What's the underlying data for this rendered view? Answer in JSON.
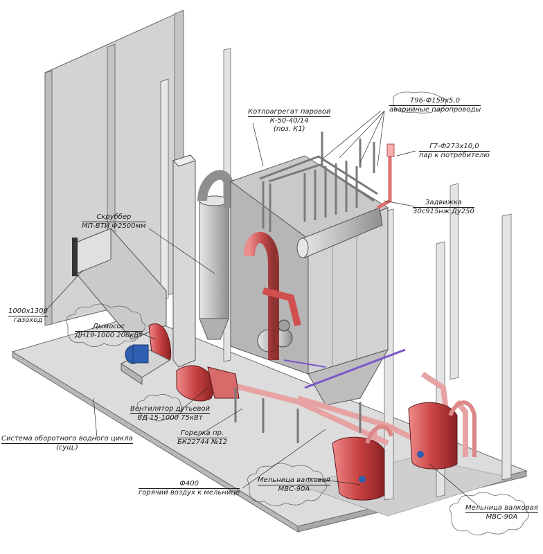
{
  "colors": {
    "concrete": "#d9d9d9",
    "concrete_dark": "#b9b9b9",
    "steel": "#c8c8c8",
    "steel_dark": "#9a9a9a",
    "hot_pipe": "#e05555",
    "hot_pipe_dark": "#a82e2e",
    "motor_blue": "#2f5fb0",
    "purple_pipe": "#7a56c8",
    "leader": "#2a2a2a"
  },
  "labels": {
    "boiler": [
      "Котлоагрегат паровой",
      "К-50-40/14",
      "(поз. К1)"
    ],
    "steam_emergency": [
      "Т96-Ф159х5,0",
      "аварийные паропроводы"
    ],
    "steam_consumer": [
      "Г7-Ф273х10,0",
      "пар к потребителю"
    ],
    "valve": [
      "Задвижка",
      "30с915нж Ду250"
    ],
    "scrubber": [
      "Скруббер",
      "МП-ВТИ Ф2500мм"
    ],
    "flue": [
      "1000х1300",
      "газоход"
    ],
    "exhauster": [
      "Дымосос",
      "ДН19-1000 200кВт"
    ],
    "fan": [
      "Вентилятор дутьевой",
      "ВД 15-1000 75кВт"
    ],
    "burner": [
      "Горелка пр.",
      "БК22744 №12"
    ],
    "water_system": [
      "Система оборотного водного цикла",
      "(сущ.)"
    ],
    "hot_air": [
      "Ф400",
      "горячий воздух к мельнице"
    ],
    "mill_1": [
      "Мельница валковая",
      "МВС-90А"
    ],
    "mill_2": [
      "Мельница валковая",
      "МВС-90А"
    ]
  }
}
